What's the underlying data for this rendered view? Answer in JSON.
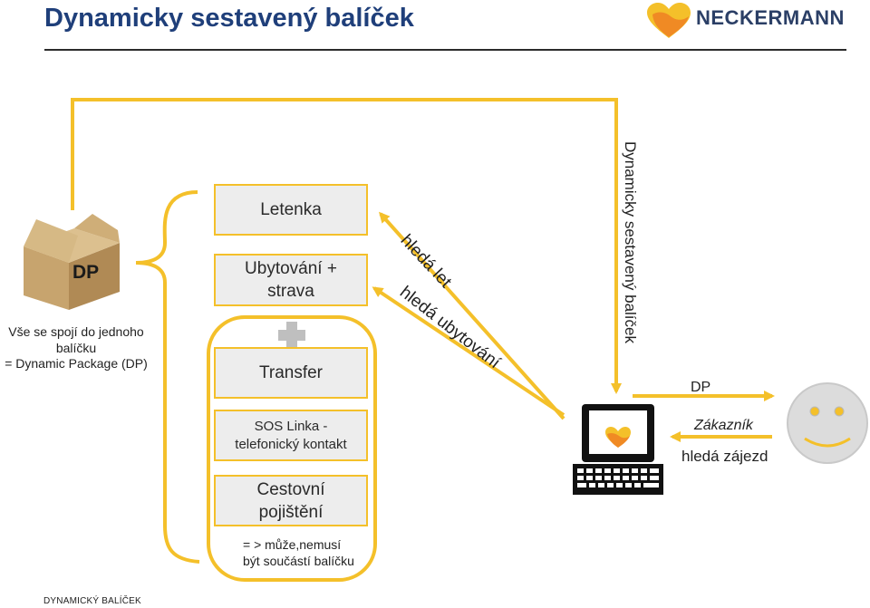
{
  "header": {
    "title": "Dynamicky sestavený balíček",
    "brand": "NECKERMANN"
  },
  "box_label": "DP",
  "dp_caption": {
    "line1": "Vše se spojí do jednoho",
    "line2": "balíčku",
    "line3": "= Dynamic Package (DP)"
  },
  "services": {
    "flight": "Letenka",
    "accommodation_line1": "Ubytování +",
    "accommodation_line2": "strava",
    "transfer": "Transfer",
    "sos_line1": "SOS Linka -",
    "sos_line2": "telefonický kontakt",
    "insurance_line1": "Cestovní",
    "insurance_line2": "pojištění"
  },
  "optional_note": {
    "line1": "= > může,nemusí",
    "line2": "být součástí balíčku"
  },
  "arrows": {
    "searches_flight": "hledá let",
    "searches_accommodation": "hledá ubytování",
    "package_vertical": "Dynamicky sestavený balíček",
    "dp_to_customer": "DP"
  },
  "customer": {
    "label": "Zákazník",
    "action": "hledá zájezd"
  },
  "footer": "DYNAMICKÝ BALÍČEK",
  "colors": {
    "accent": "#f4c02a",
    "title": "#1f3f7a",
    "box_fill": "#ededed",
    "smiley": "#dcdcdc"
  }
}
